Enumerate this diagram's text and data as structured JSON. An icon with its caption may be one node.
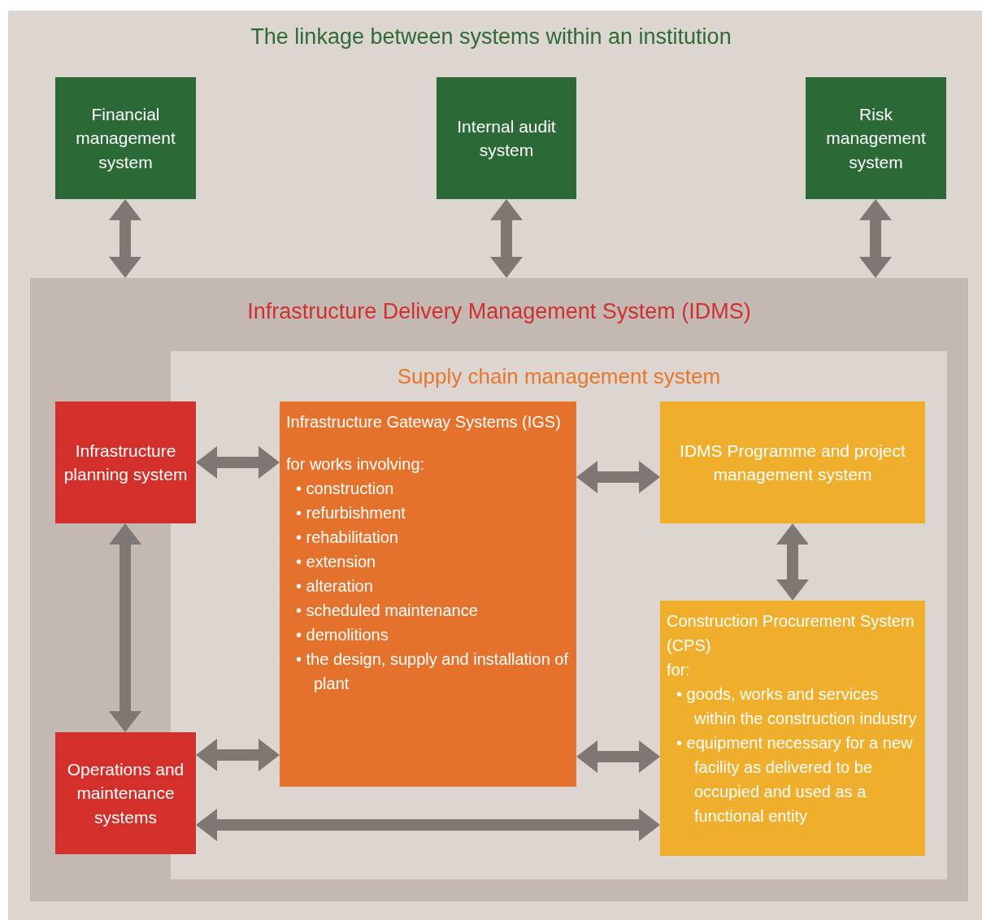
{
  "diagram": {
    "title": "The linkage between systems within an institution",
    "nodes": [
      {
        "text": [
          "Financial management system"
        ]
      },
      {
        "text": [
          "Internal audit system"
        ]
      },
      {
        "text": [
          "Risk management system"
        ]
      },
      {
        "text": [
          "Infrastructure Delivery Management System (IDMS)"
        ]
      },
      {
        "text": [
          "Supply chain management system"
        ],
        "in": 3
      },
      {
        "text": [
          "Infrastructure planning system"
        ],
        "in": 3
      },
      {
        "text": [
          "Infrastructure Gateway Systems (IGS)",
          "for works involving:",
          "• construction",
          "• refurbishment",
          "• rehabilitation",
          "• extension",
          "• alteration",
          "• scheduled maintenance",
          "• demolitions",
          "• the design, supply and installation of plant"
        ],
        "in": 4
      },
      {
        "text": [
          "IDMS Programme and project management system"
        ],
        "in": 4
      },
      {
        "text": [
          "Operations and maintenance systems"
        ],
        "in": 3
      },
      {
        "text": [
          "Construction Procurement System (CPS)",
          "for:",
          "• goods, works and services within the construction industry",
          "• equipment necessary for a new facility as delivered to be occupied and used as a functional entity"
        ],
        "in": 4
      }
    ],
    "edges": [
      {
        "from": 0,
        "to": 3,
        "arrow": "both"
      },
      {
        "from": 1,
        "to": 3,
        "arrow": "both"
      },
      {
        "from": 2,
        "to": 3,
        "arrow": "both"
      },
      {
        "from": 5,
        "to": 6,
        "arrow": "both"
      },
      {
        "from": 6,
        "to": 7,
        "arrow": "both"
      },
      {
        "from": 7,
        "to": 9,
        "arrow": "both"
      },
      {
        "from": 5,
        "to": 8,
        "arrow": "both"
      },
      {
        "from": 8,
        "to": 6,
        "arrow": "both"
      },
      {
        "from": 6,
        "to": 9,
        "arrow": "both"
      },
      {
        "from": 8,
        "to": 9,
        "arrow": "both"
      }
    ]
  }
}
